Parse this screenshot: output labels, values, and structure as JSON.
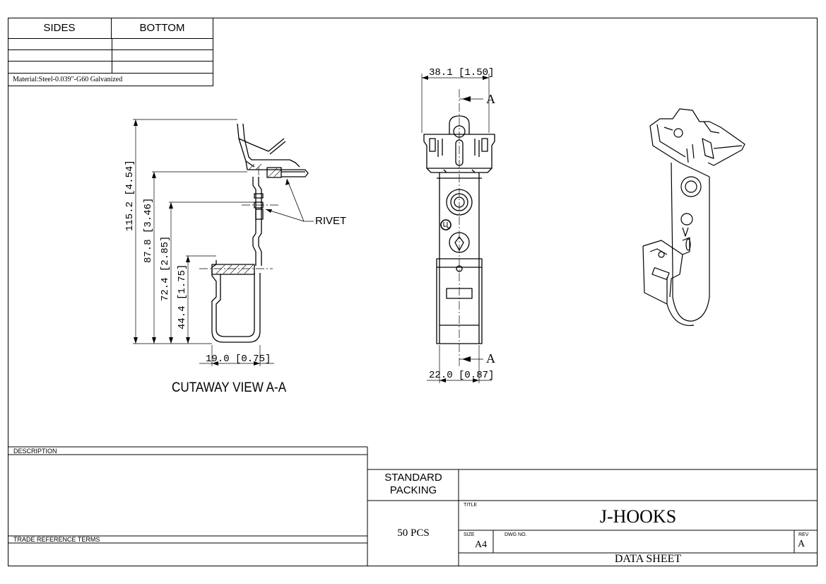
{
  "top_table": {
    "col1_header": "SIDES",
    "col2_header": "BOTTOM",
    "material": "Material:Steel-0.039″-G60 Galvanized"
  },
  "cutaway": {
    "title": "CUTAWAY VIEW A-A",
    "rivet_label": "RIVET",
    "dim_height_total": "115.2 [4.54]",
    "dim_height_2": "87.8 [3.46]",
    "dim_height_3": "72.4 [2.85]",
    "dim_height_4": "44.4 [1.75]",
    "dim_width": "19.0 [0.75]"
  },
  "front_view": {
    "dim_top": "38.1 [1.50]",
    "dim_bottom": "22.0 [0.87]",
    "section_label_top": "A",
    "section_label_bottom": "A"
  },
  "title_block": {
    "description_label": "DESCRIPTION",
    "trade_reference_label": "TRADE REFERENCE TERMS",
    "standard_packing_label": "STANDARD\nPACKING",
    "packing_value": "50 PCS",
    "title_label": "TITLE",
    "title_value": "J-HOOKS",
    "size_label": "SIZE",
    "size_value": "A4",
    "dwg_no_label": "DWG NO.",
    "rev_label": "REV",
    "rev_value": "A",
    "sheet_label": "DATA SHEET"
  }
}
